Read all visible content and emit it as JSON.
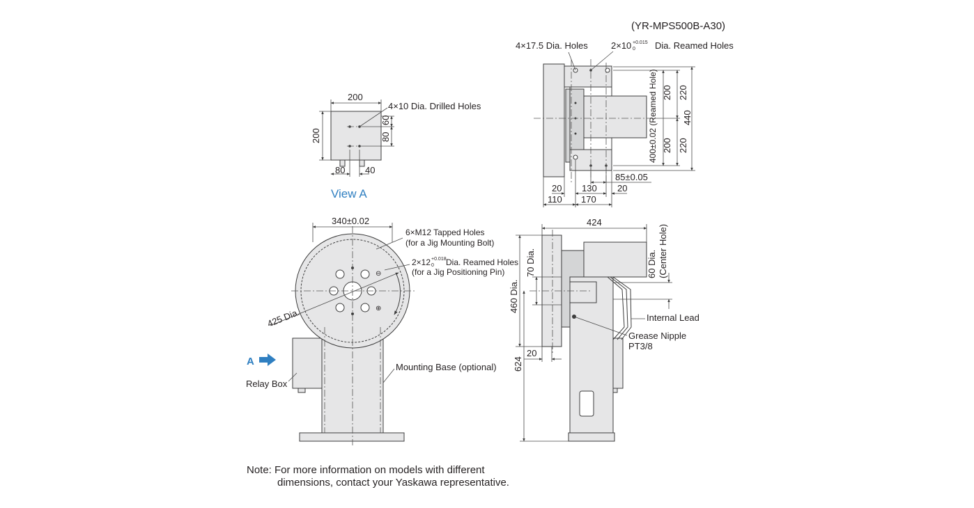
{
  "model_label": "(YR-MPS500B-A30)",
  "view_a": {
    "caption": "View A",
    "width_dim": "200",
    "height_dim": "200",
    "holes_label": "4×10 Dia. Drilled Holes",
    "dim_60": "60",
    "dim_80_v": "80",
    "dim_80_h": "80",
    "dim_40": "40"
  },
  "top_view": {
    "holes_175": "4×17.5 Dia. Holes",
    "reamed_holes_prefix": "2×10",
    "reamed_tol_upper": "+0.015",
    "reamed_tol_lower": "0",
    "reamed_holes_suffix": "Dia. Reamed Holes",
    "dim_220_top": "220",
    "dim_200_top": "200",
    "dim_440": "440",
    "dim_reamed_hole": "400±0.02 (Reamed Hole)",
    "dim_200_bottom": "200",
    "dim_220_bottom": "220",
    "dim_85": "85±0.05",
    "dim_20_left": "20",
    "dim_130": "130",
    "dim_20_right": "20",
    "dim_110": "110",
    "dim_170": "170"
  },
  "front_view": {
    "dim_340": "340±0.02",
    "tapped_holes": "6×M12 Tapped Holes",
    "tapped_holes_note": "(for a Jig Mounting Bolt)",
    "pin_holes_prefix": "2×12",
    "pin_tol_upper": "+0.018",
    "pin_tol_lower": "0",
    "pin_holes_suffix": "Dia. Reamed Holes",
    "pin_holes_note": "(for a Jig Positioning Pin)",
    "dia_425": "425 Dia.",
    "arrow_label": "A",
    "relay_box": "Relay Box",
    "mounting_base": "Mounting Base (optional)"
  },
  "side_view": {
    "dim_424": "424",
    "dia_70": "70 Dia.",
    "dia_460": "460 Dia.",
    "dia_60": "60 Dia.",
    "center_hole": "(Center Hole)",
    "internal_lead": "Internal Lead",
    "grease_nipple": "Grease Nipple",
    "grease_size": "PT3/8",
    "dim_20": "20",
    "dim_624": "624"
  },
  "note": {
    "line1": "Note: For more information on models with different",
    "line2": "dimensions, contact your Yaskawa representative."
  },
  "colors": {
    "body": "#e6e6e7",
    "line": "#3c3c3c",
    "accent": "#2f7fc1"
  }
}
